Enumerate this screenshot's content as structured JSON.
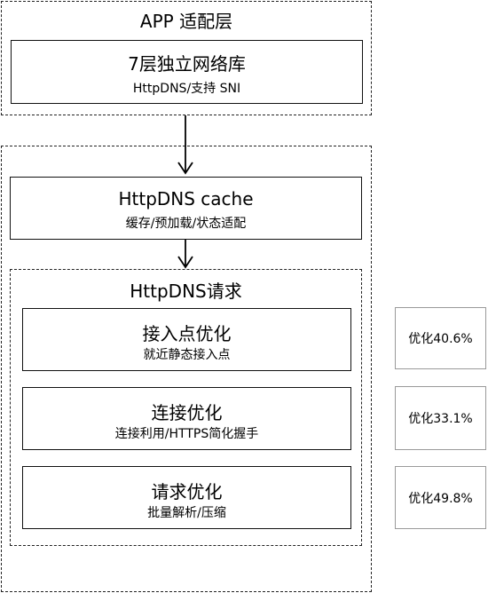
{
  "app_layer": {
    "title": "APP 适配层",
    "network_library": {
      "title": "7层独立网络库",
      "subtitle": "HttpDNS/支持 SNI"
    }
  },
  "cache": {
    "title": "HttpDNS cache",
    "subtitle": "缓存/预加载/状态适配"
  },
  "request": {
    "title": "HttpDNS请求",
    "items": [
      {
        "title": "接入点优化",
        "subtitle": "就近静态接入点",
        "improvement": "优化40.6%"
      },
      {
        "title": "连接优化",
        "subtitle": "连接利用/HTTPS简化握手",
        "improvement": "优化33.1%"
      },
      {
        "title": "请求优化",
        "subtitle": "批量解析/压缩",
        "improvement": "优化49.8%"
      }
    ]
  }
}
